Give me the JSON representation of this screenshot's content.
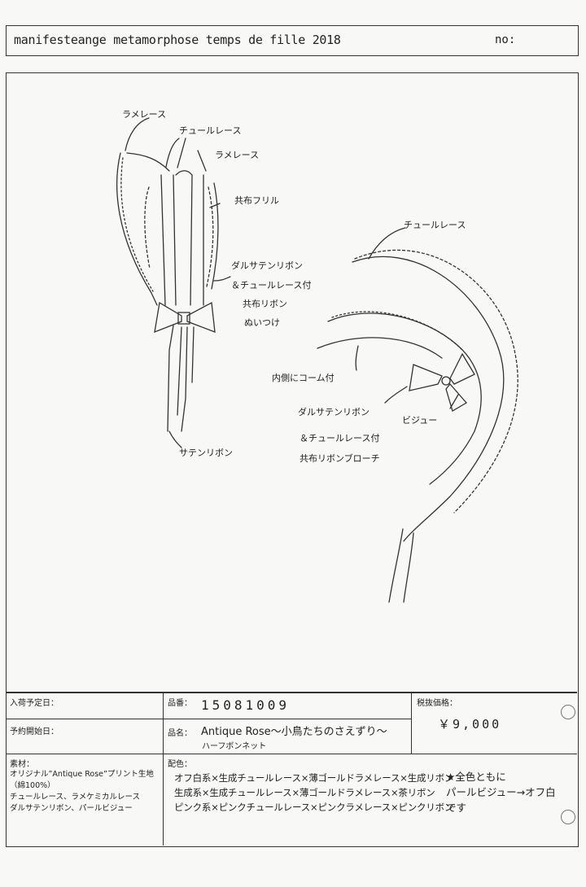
{
  "header": {
    "title": "manifesteange metamorphose temps de fille   2018",
    "no_label": "no:"
  },
  "drawing": {
    "annotations": {
      "lame_lace_1": "ラメレース",
      "tulle_lace_1": "チュールレース",
      "lame_lace_2": "ラメレース",
      "cloth_frill": "共布フリル",
      "dull_satin_ribbon_1": "ダルサテンリボン",
      "tulle_lace_attach_1": "＆チュールレース付",
      "cloth_ribbon": "共布リボン",
      "sewn_on": "ぬいつけ",
      "satin_ribbon": "サテンリボン",
      "tulle_lace_2": "チュールレース",
      "inner_comb": "内側にコーム付",
      "dull_satin_ribbon_2": "ダルサテンリボン",
      "bijou": "ビジュー",
      "tulle_lace_attach_2": "＆チュールレース付",
      "cloth_ribbon_brooch": "共布リボンブローチ"
    }
  },
  "spec": {
    "arrival_label": "入荷予定日：",
    "reservation_label": "予約開始日：",
    "product_number_label": "品番：",
    "product_number": "15081009",
    "product_name_label": "品名：",
    "product_name": "Antique Rose〜小鳥たちのさえずり〜",
    "product_subname": "ハーフボンネット",
    "price_label": "税抜価格：",
    "price": "￥9,000",
    "material_label": "素材：",
    "materials": [
      "オリジナル”Antique Rose”プリント生地",
      "（綿100%）",
      "チュールレース、ラメケミカルレース",
      "ダルサテンリボン、パールビジュー"
    ],
    "color_label": "配色：",
    "colors": [
      "オフ白系×生成チュールレース×薄ゴールドラメレース×生成リボン",
      "生成系×生成チュールレース×薄ゴールドラメレース×茶リボン",
      "ピンク系×ピンクチュールレース×ピンクラメレース×ピンクリボン"
    ],
    "note": [
      "★全色ともに",
      "パールビジュー→オフ白",
      "です"
    ]
  }
}
